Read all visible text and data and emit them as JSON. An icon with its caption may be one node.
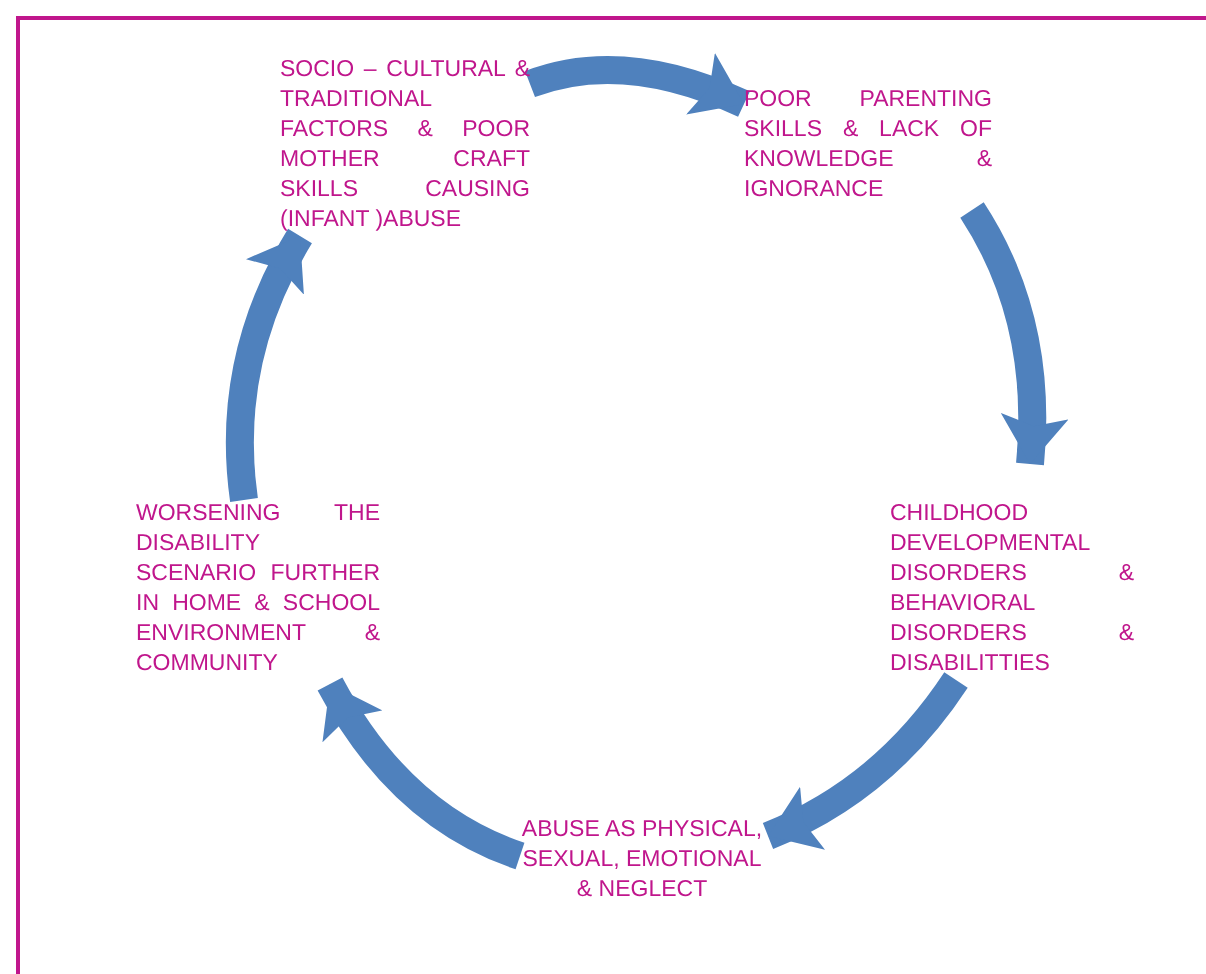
{
  "diagram": {
    "nodes": [
      {
        "text": [
          "SOCIO – CULTURAL & TRADITIONAL FACTORS & POOR MOTHER CRAFT SKILLS CAUSING (INFANT )ABUSE"
        ]
      },
      {
        "text": [
          "POOR PARENTING SKILLS & LACK OF KNOWLEDGE & IGNORANCE"
        ]
      },
      {
        "text": [
          "CHILDHOOD DEVELOPMENTAL DISORDERS & BEHAVIORAL DISORDERS & DISABILITTIES"
        ]
      },
      {
        "text": [
          "ABUSE AS PHYSICAL, SEXUAL, EMOTIONAL & NEGLECT"
        ]
      },
      {
        "text": [
          "WORSENING THE DISABILITY SCENARIO FURTHER IN HOME & SCHOOL ENVIRONMENT & COMMUNITY"
        ]
      }
    ],
    "edges": [
      {
        "from": 0,
        "to": 1,
        "arrow": "to"
      },
      {
        "from": 1,
        "to": 2,
        "arrow": "to"
      },
      {
        "from": 2,
        "to": 3,
        "arrow": "to"
      },
      {
        "from": 3,
        "to": 4,
        "arrow": "to"
      },
      {
        "from": 4,
        "to": 0,
        "arrow": "to"
      }
    ]
  }
}
